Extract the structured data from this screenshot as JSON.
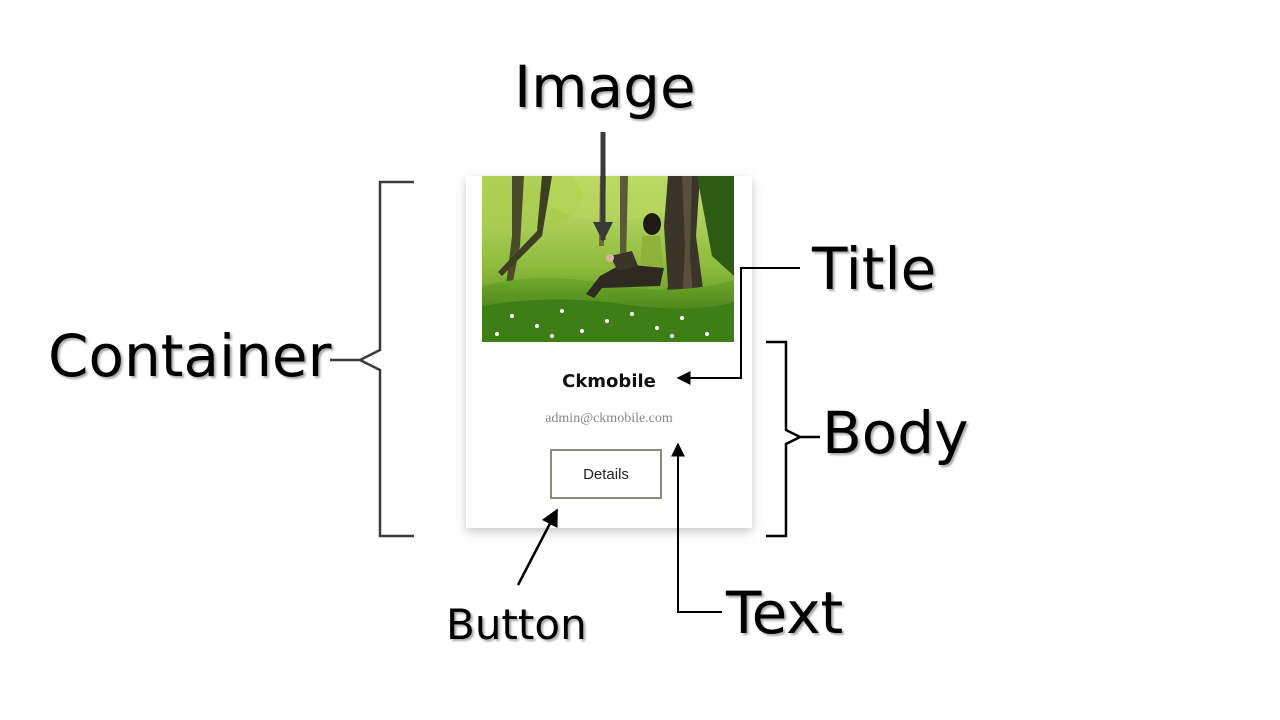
{
  "labels": {
    "image": "Image",
    "title": "Title",
    "container": "Container",
    "body": "Body",
    "text": "Text",
    "button": "Button"
  },
  "card": {
    "title": "Ckmobile",
    "text": "admin@ckmobile.com",
    "button_label": "Details",
    "image_alt": "woman sitting against a tree in a green forest meadow"
  },
  "colors": {
    "bracket": "#3a3a3a",
    "arrow": "#000000",
    "button_border": "#8a8a7a"
  }
}
